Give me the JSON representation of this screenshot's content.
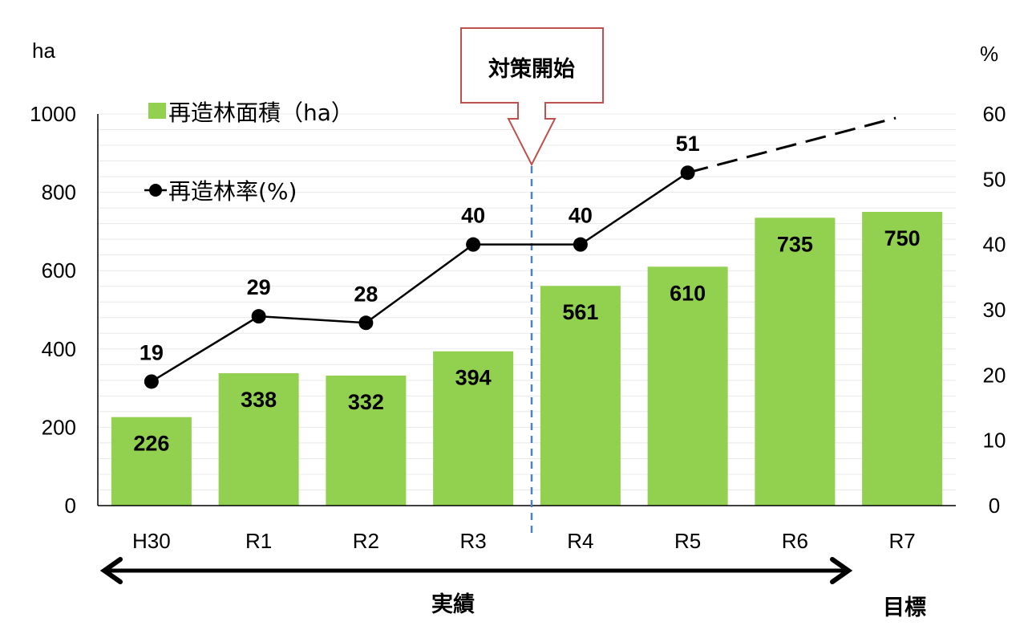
{
  "chart_data": {
    "type": "bar+line",
    "categories": [
      "H30",
      "R1",
      "R2",
      "R3",
      "R4",
      "R5",
      "R6",
      "R7"
    ],
    "series": [
      {
        "name": "再造林面積（ha）",
        "type": "bar",
        "axis": "left",
        "values": [
          226,
          338,
          332,
          394,
          561,
          610,
          735,
          750
        ]
      },
      {
        "name": "再造林率(%)",
        "type": "line",
        "axis": "right",
        "values": [
          19,
          29,
          28,
          40,
          40,
          51,
          null,
          null
        ],
        "labels": [
          "19",
          "29",
          "28",
          "40",
          "40",
          "51"
        ],
        "target_projection": {
          "from_category": "R5",
          "from_value": 51,
          "to_category": "R7",
          "to_value": 60,
          "style": "dashed"
        }
      }
    ],
    "bar_labels": [
      "226",
      "338",
      "332",
      "394",
      "561",
      "610",
      "735",
      "750"
    ],
    "left_axis": {
      "unit": "ha",
      "range": [
        0,
        1000
      ],
      "ticks": [
        "0",
        "200",
        "400",
        "600",
        "800",
        "1000"
      ]
    },
    "right_axis": {
      "unit": "%",
      "range": [
        0,
        60
      ],
      "ticks": [
        "0",
        "10",
        "20",
        "30",
        "40",
        "50",
        "60"
      ]
    },
    "grid": true,
    "legend_placement": "top-left",
    "annotations": {
      "callout": "対策開始",
      "callout_position_between": [
        "R3",
        "R4"
      ],
      "actual_label": "実績",
      "target_label": "目標"
    },
    "colors": {
      "bar": "#92d050",
      "line": "#000000",
      "divider": "#4f81bd",
      "callout_border": "#c0504d",
      "grid": "#e8e8e8"
    }
  }
}
